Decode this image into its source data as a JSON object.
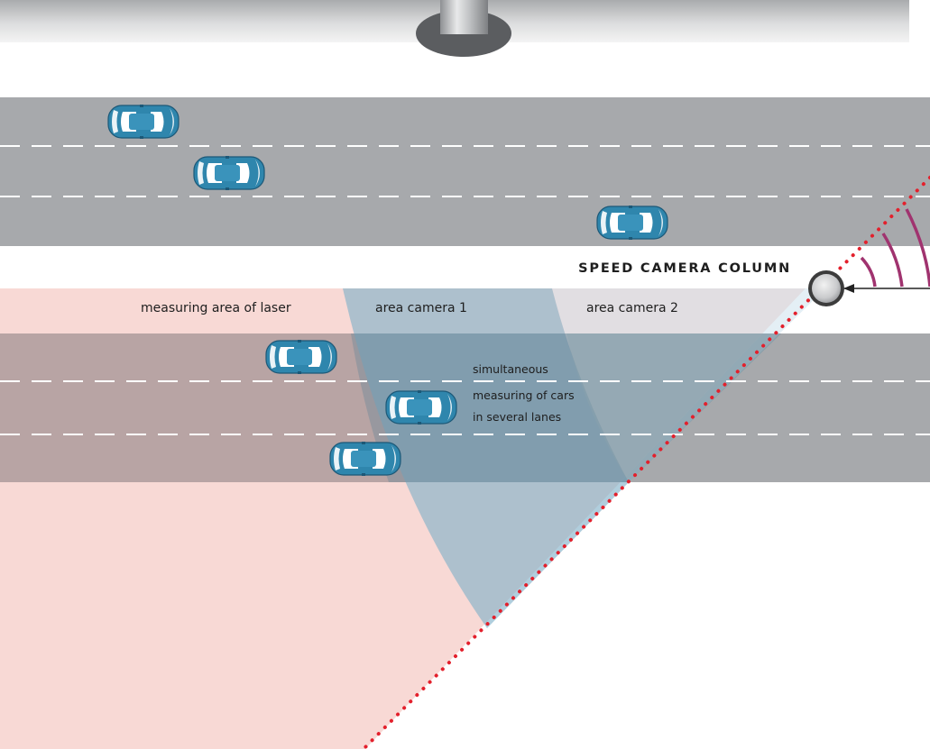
{
  "labels": {
    "column_title": "SPEED CAMERA COLUMN",
    "laser_area": "measuring area of laser",
    "camera_area_1": "area camera 1",
    "camera_area_2": "area camera 2",
    "note_line1": "simultaneous",
    "note_line2": "measuring of cars",
    "note_line3": "in several lanes"
  },
  "colors": {
    "road": "#a7a9ac",
    "road_upper": "#a4a6a9",
    "lane_marking": "#ffffff",
    "laser_area": "#f8d9d5",
    "camera_area_1": "#7fb0c8",
    "camera_area_2": "#cde2ec",
    "laser_beam": "#e3202c",
    "signal_arcs": "#a0336f",
    "car_body": "#2f86ad"
  },
  "icons": {
    "column": "speed-camera-column-icon",
    "sensor": "camera-sensor-icon",
    "car": "car-icon"
  }
}
